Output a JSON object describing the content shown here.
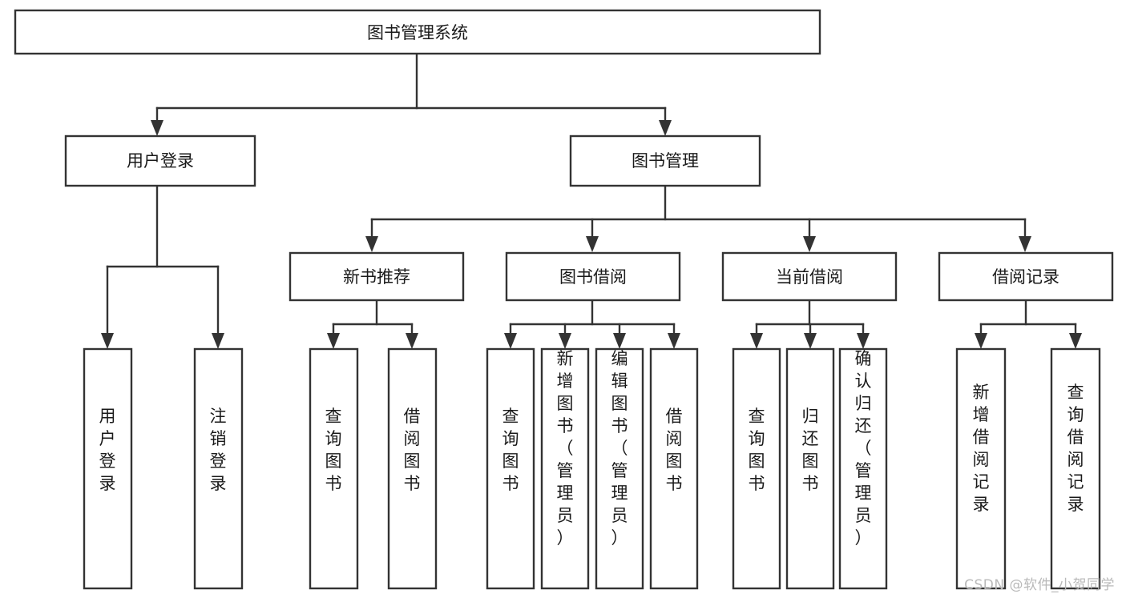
{
  "diagram": {
    "title": "图书管理系统",
    "type": "hierarchy-tree",
    "watermark": "CSDN @软件_小贺同学",
    "colors": {
      "stroke": "#333333",
      "fill": "#ffffff",
      "text": "#1a1a1a",
      "watermark": "#b9b9b9"
    },
    "levels": {
      "root": {
        "label": "图书管理系统"
      },
      "level2": [
        {
          "label": "用户登录"
        },
        {
          "label": "图书管理"
        }
      ],
      "level3": [
        {
          "label": "新书推荐"
        },
        {
          "label": "图书借阅"
        },
        {
          "label": "当前借阅"
        },
        {
          "label": "借阅记录"
        }
      ],
      "leaves": {
        "user_login": [
          {
            "label": "用户登录"
          },
          {
            "label": "注销登录"
          }
        ],
        "new_book_recommend": [
          {
            "label": "查询图书"
          },
          {
            "label": "借阅图书"
          }
        ],
        "book_borrow": [
          {
            "label": "查询图书"
          },
          {
            "label": "新增图书（管理员）"
          },
          {
            "label": "编辑图书（管理员）"
          },
          {
            "label": "借阅图书"
          }
        ],
        "current_borrow": [
          {
            "label": "查询图书"
          },
          {
            "label": "归还图书"
          },
          {
            "label": "确认归还（管理员）"
          }
        ],
        "borrow_record": [
          {
            "label": "新增借阅记录"
          },
          {
            "label": "查询借阅记录"
          }
        ]
      }
    }
  }
}
